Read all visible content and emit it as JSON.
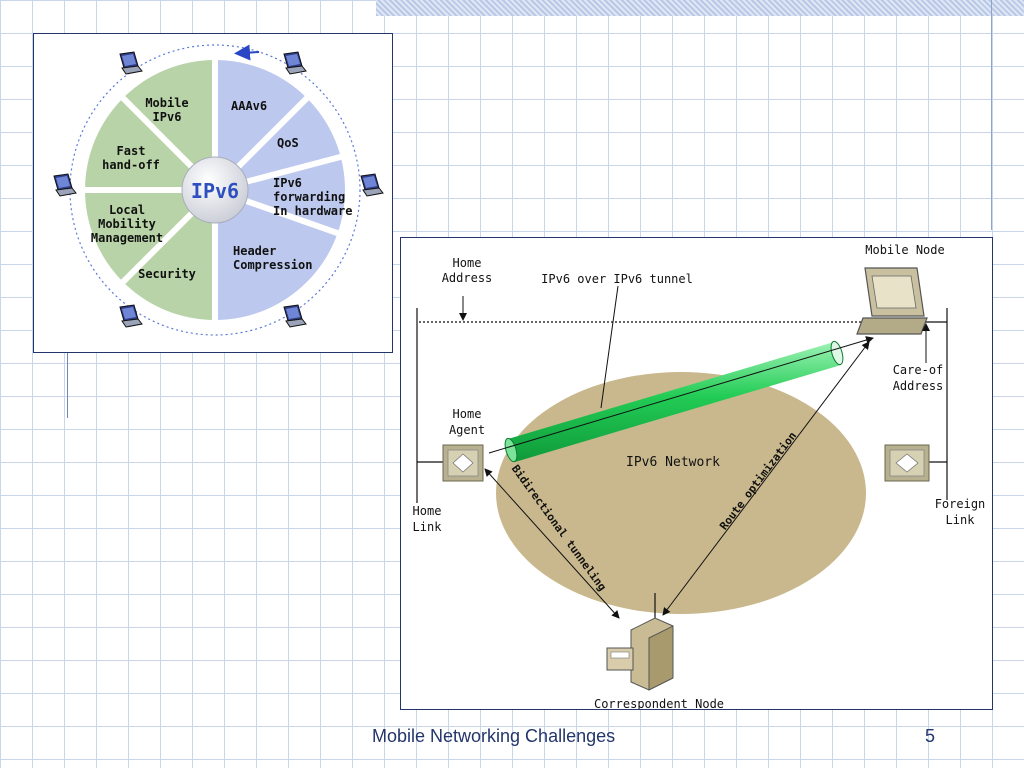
{
  "wheel": {
    "center": "IPv6",
    "green_items": [
      {
        "lines": [
          "Mobile",
          "IPv6"
        ]
      },
      {
        "lines": [
          "Fast",
          "hand-off"
        ]
      },
      {
        "lines": [
          "Local",
          "Mobility",
          "Management"
        ]
      },
      {
        "lines": [
          "Security"
        ]
      }
    ],
    "blue_items": [
      {
        "lines": [
          "AAAv6"
        ]
      },
      {
        "lines": [
          "QoS"
        ]
      },
      {
        "lines": [
          "IPv6",
          "forwarding",
          "In hardware"
        ]
      },
      {
        "lines": [
          "Header",
          "Compression"
        ]
      }
    ]
  },
  "mip": {
    "home_address": [
      "Home",
      "Address"
    ],
    "tunnel_label": "IPv6 over IPv6 tunnel",
    "mobile_node": "Mobile Node",
    "care_of": [
      "Care-of",
      "Address"
    ],
    "home_agent": [
      "Home",
      "Agent"
    ],
    "network": "IPv6 Network",
    "home_link": [
      "Home",
      "Link"
    ],
    "foreign_link": [
      "Foreign",
      "Link"
    ],
    "bidirectional": "Bidirectional tunneling",
    "route_opt": "Route optimization",
    "correspondent": "Correspondent Node"
  },
  "footer": {
    "title": "Mobile Networking Challenges",
    "page": "5"
  },
  "colors": {
    "green": "#b9d3a8",
    "blue": "#bcc8ee",
    "ellipse": "#c9b88d",
    "tunnel": "#22cc55",
    "accent": "#23356b"
  }
}
